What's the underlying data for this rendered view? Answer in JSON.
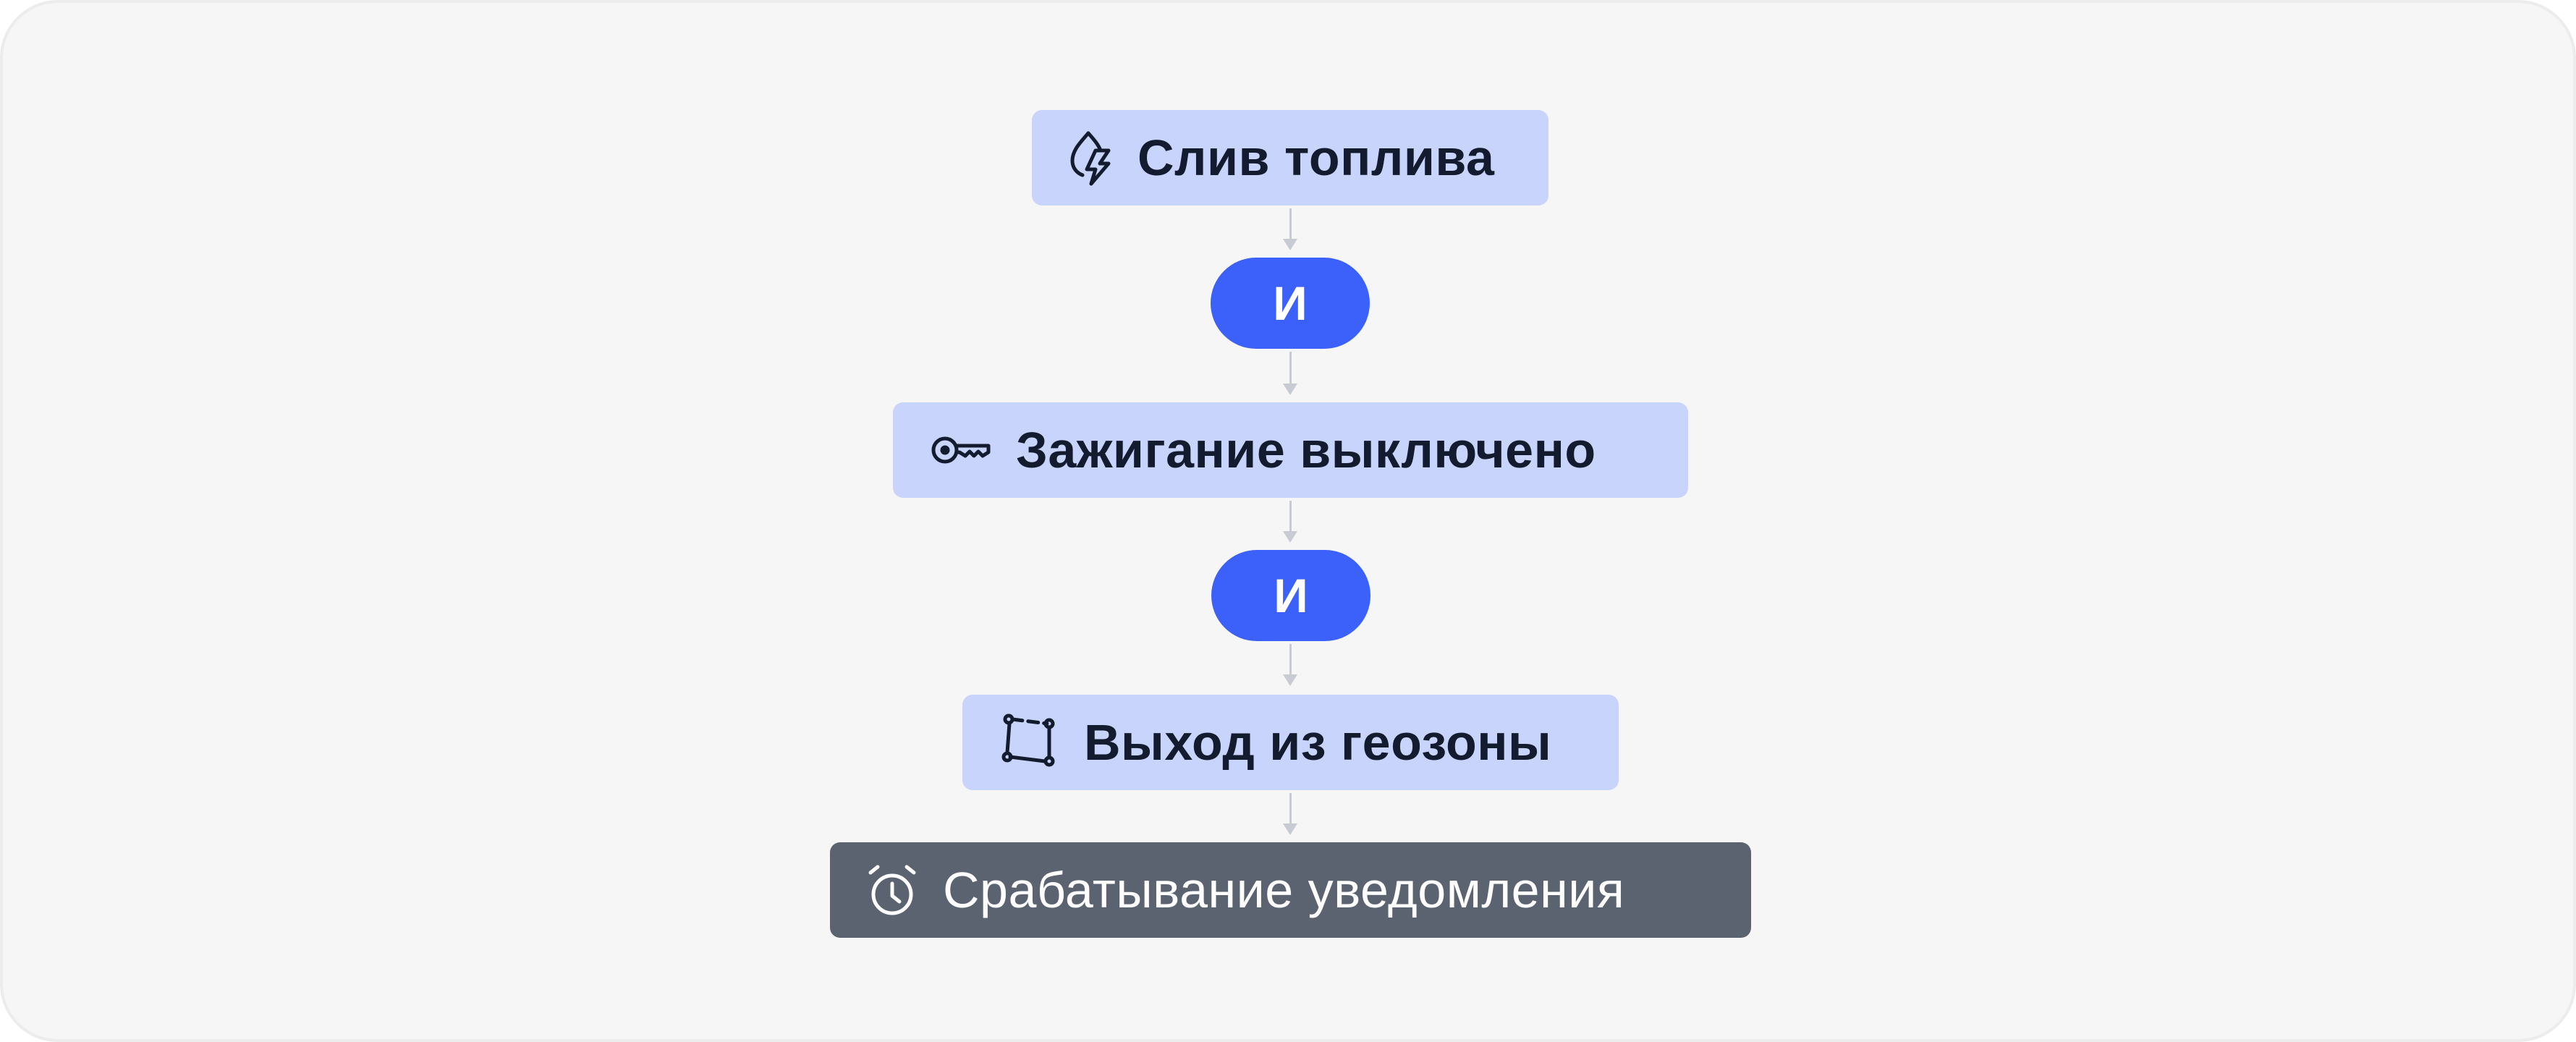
{
  "flow": {
    "steps": [
      {
        "label": "Слив топлива",
        "icon": "fuel-drain-icon"
      },
      {
        "label": "Зажигание выключено",
        "icon": "key-icon"
      },
      {
        "label": "Выход из геозоны",
        "icon": "geofence-polygon-icon"
      }
    ],
    "operators": [
      "И",
      "И"
    ],
    "result": {
      "label": "Срабатывание уведомления",
      "icon": "alarm-clock-icon"
    }
  },
  "colors": {
    "background": "#f6f6f6",
    "condition_node": "#c9d4fc",
    "operator_pill": "#3c61fb",
    "result_node": "#5c6370",
    "connector": "#c8cbd2",
    "text_dark": "#131b2e"
  }
}
